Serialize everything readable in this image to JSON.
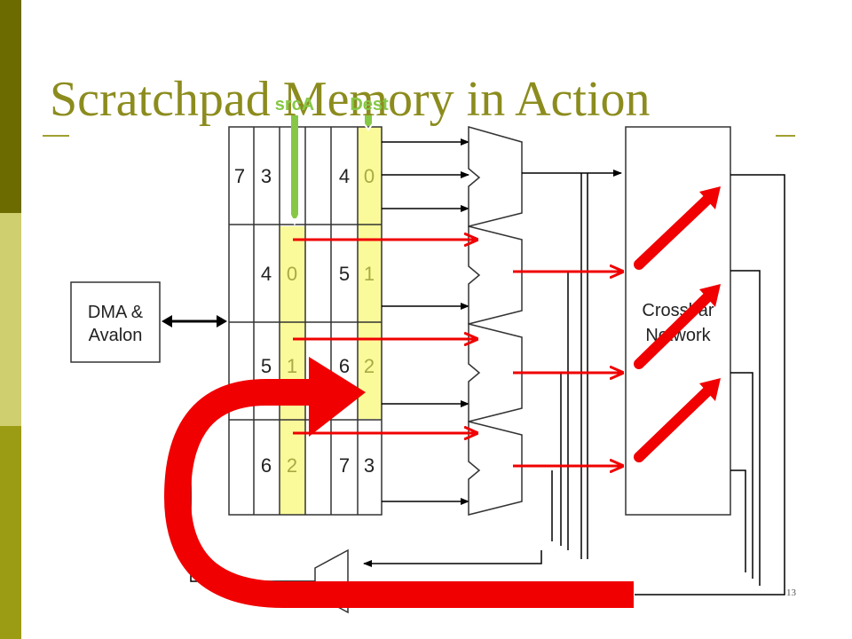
{
  "slide": {
    "title": "Scratchpad Memory in Action",
    "page_number": "13"
  },
  "diagram": {
    "dma_label_line1": "DMA &",
    "dma_label_line2": "Avalon",
    "crossbar_label_line1": "Crossbar",
    "crossbar_label_line2": "Network",
    "srcA_label": "srcA",
    "dest_label": "Dest",
    "memory_rows": [
      [
        "7",
        "3",
        "",
        "4",
        "0"
      ],
      [
        "",
        "4",
        "0",
        "5",
        "1"
      ],
      [
        "",
        "5",
        "1",
        "6",
        "2"
      ],
      [
        "",
        "6",
        "2",
        "7",
        "3"
      ]
    ]
  },
  "colors": {
    "title": "#8c8c1e",
    "highlight": "#fafa9a",
    "arrow_red": "#f00000",
    "pointer_green": "#86c846",
    "overlap_orange": "#f07a12"
  }
}
